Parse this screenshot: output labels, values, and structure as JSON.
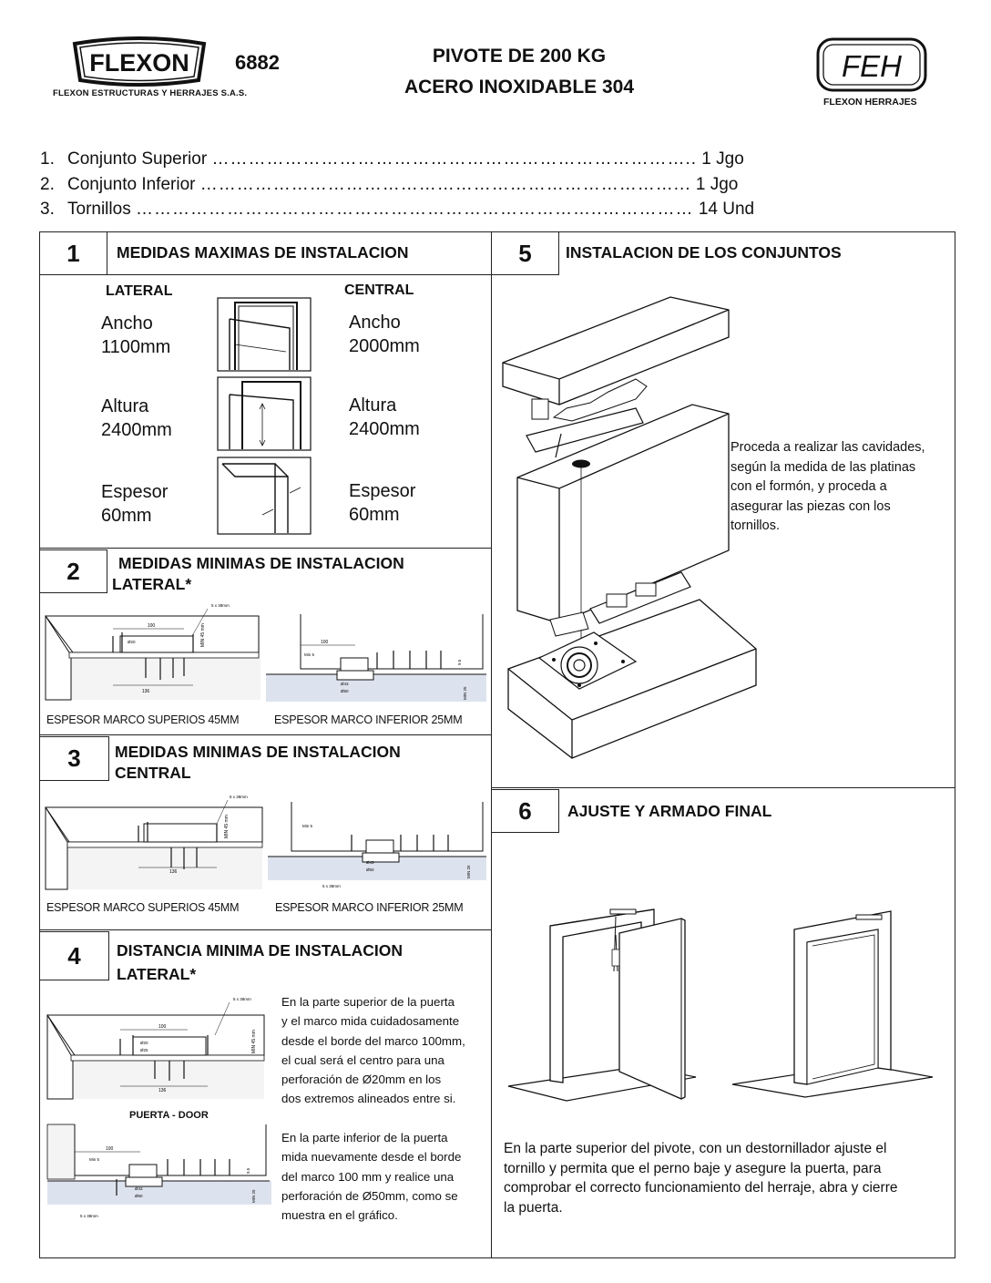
{
  "header": {
    "brand": "FLEXON",
    "brand_caption": "FLEXON ESTRUCTURAS Y HERRAJES S.A.S.",
    "code": "6882",
    "title_line1": "PIVOTE DE 200 KG",
    "title_line2": "ACERO INOXIDABLE 304",
    "logo2": "FEH",
    "logo2_caption": "FLEXON HERRAJES"
  },
  "parts": [
    {
      "num": "1.",
      "name": "Conjunto Superior",
      "dots": "……………………………………………………………………..",
      "qty": "1 Jgo"
    },
    {
      "num": "2.",
      "name": "Conjunto Inferior",
      "dots": "……………………………………………………………………...",
      "qty": "1 Jgo"
    },
    {
      "num": "3.",
      "name": "Tornillos",
      "dots": "…………………………………………………………………..……………",
      "qty": "14 Und"
    }
  ],
  "sections": {
    "s1": {
      "number": "1",
      "title": "MEDIDAS MAXIMAS DE INSTALACION",
      "lateral": "LATERAL",
      "central": "CENTRAL",
      "lateral_ancho": "Ancho",
      "lateral_ancho_val": "1100mm",
      "lateral_altura": "Altura",
      "lateral_altura_val": "2400mm",
      "lateral_espesor": "Espesor",
      "lateral_espesor_val": "60mm",
      "central_ancho": "Ancho",
      "central_ancho_val": "2000mm",
      "central_altura": "Altura",
      "central_altura_val": "2400mm",
      "central_espesor": "Espesor",
      "central_espesor_val": "60mm"
    },
    "s2": {
      "number": "2",
      "title_line1": "MEDIDAS MINIMAS DE INSTALACION",
      "title_line2": "LATERAL*",
      "cap_left": "ESPESOR MARCO SUPERIOS 45MM",
      "cap_right": "ESPESOR MARCO INFERIOR 25MM"
    },
    "s3": {
      "number": "3",
      "title_line1": "MEDIDAS MINIMAS DE INSTALACION",
      "title_line2": "CENTRAL",
      "cap_left": "ESPESOR MARCO SUPERIOS 45MM",
      "cap_right": "ESPESOR MARCO INFERIOR 25MM"
    },
    "s4": {
      "number": "4",
      "title_line1": "DISTANCIA MINIMA DE INSTALACION",
      "title_line2": "LATERAL*",
      "diagram_label": "PUERTA - DOOR",
      "para1": [
        "En la parte superior de la puerta",
        "y el marco mida cuidadosamente",
        "desde el borde del marco 100mm,",
        "el cual será el centro para una",
        "perforación de Ø20mm en los",
        "dos extremos alineados entre si."
      ],
      "para2": [
        "En la  parte inferior de la puerta",
        "mida nuevamente desde el borde",
        "del marco 100 mm y realice una",
        "perforación de Ø50mm, como se",
        "muestra en el gráfico."
      ]
    },
    "s5": {
      "number": "5",
      "title": "INSTALACION DE LOS CONJUNTOS",
      "para": [
        "Proceda a realizar las cavidades,",
        "según la medida de las platinas",
        "con el formón, y proceda a",
        "asegurar las piezas con los",
        "tornillos."
      ]
    },
    "s6": {
      "number": "6",
      "title": "AJUSTE Y ARMADO FINAL",
      "para": [
        "En la parte superior del pivote, con un destornillador ajuste el",
        "tornillo y permita que el perno baje y asegure la puerta, para",
        "comprobar el correcto funcionamiento del herraje, abra y cierre",
        "la puerta."
      ]
    }
  },
  "diagram_labels": {
    "screw": "5 x 38mm",
    "d100": "100",
    "d136": "136",
    "min45": "MIN 45 mm",
    "min25": "MIN 25",
    "min5": "Min 5",
    "d43": "Ø43",
    "d50": "Ø50",
    "d25": "Ø25",
    "d20": "Ø20",
    "d9": "9.5",
    "d10": "10"
  }
}
